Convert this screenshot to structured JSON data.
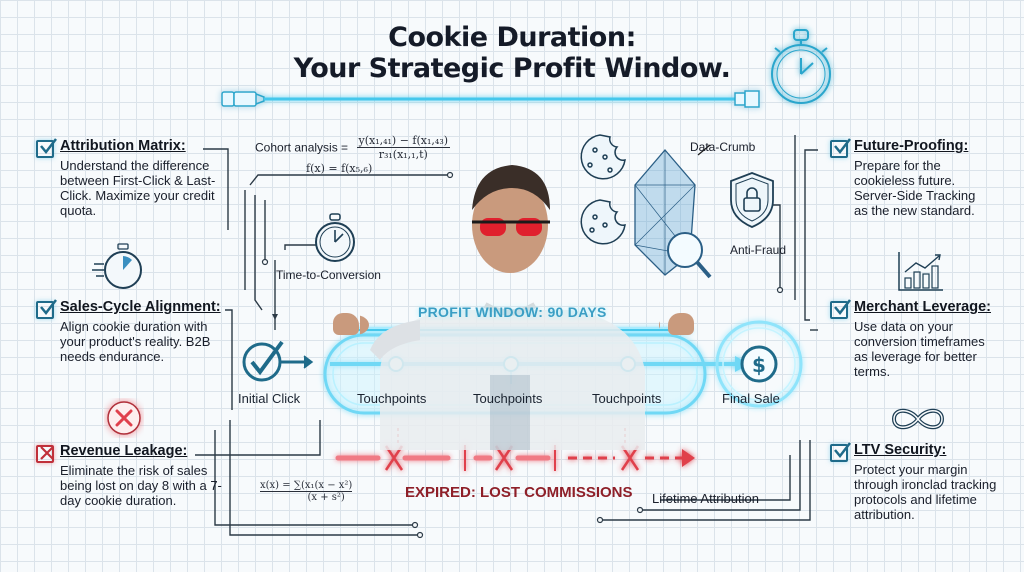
{
  "title": {
    "line1": "Cookie Duration:",
    "line2": "Your Strategic Profit Window."
  },
  "left_cards": [
    {
      "title": "Attribution Matrix:",
      "body": "Understand the difference between First-Click & Last-Click. Maximize your credit quota.",
      "check": "checked"
    },
    {
      "title": "Sales-Cycle Alignment:",
      "body": "Align cookie duration with your product's reality. B2B needs endurance.",
      "check": "checked"
    },
    {
      "title": "Revenue Leakage:",
      "body": "Eliminate the risk of sales being lost on day 8 with a 7-day cookie duration.",
      "check": "crossed"
    }
  ],
  "right_cards": [
    {
      "title": "Future-Proofing:",
      "body": "Prepare for the cookieless future. Server-Side Tracking as the new standard.",
      "check": "checked"
    },
    {
      "title": "Merchant Leverage:",
      "body": "Use data on your conversion timeframes as leverage for better terms.",
      "check": "checked"
    },
    {
      "title": "LTV Security:",
      "body": "Protect your margin through ironclad tracking protocols and lifetime attribution.",
      "check": "checked"
    }
  ],
  "formulas": {
    "cohort_label": "Cohort analysis =",
    "cohort_numerator": "y(x₁,₄₁) − f(x₁,₄₃)",
    "cohort_denominator": "r₃₁(x₁,₁,t)",
    "fx": "f(x) = f(x₅,₆)",
    "sum_numerator": "x(x) = ∑(x₁(x − x²)",
    "sum_denominator": "(x + s²)"
  },
  "labels": {
    "time_to_conversion": "Time-to-Conversion",
    "data_crumb": "Data-Crumb",
    "anti_fraud": "Anti-Fraud",
    "lifetime_attribution": "Lifetime Attribution"
  },
  "flow": {
    "profit_window": "PROFIT WINDOW: 90 DAYS",
    "initial_click": "Initial Click",
    "touchpoints": [
      "Touchpoints",
      "Touchpoints",
      "Touchpoints"
    ],
    "final_sale": "Final Sale",
    "expired": "EXPIRED: LOST COMMISSIONS"
  },
  "colors": {
    "accent_cyan": "#45c8ec",
    "accent_dark_teal": "#1f6b8a",
    "danger_red": "#e0404c",
    "title_ink": "#151b28"
  },
  "icons": [
    "stopwatch-icon",
    "usb-cable-icon",
    "speed-stopwatch-icon",
    "x-circle-icon",
    "cookie-icon",
    "crystal-icon",
    "magnifier-icon",
    "shield-lock-icon",
    "growth-chart-icon",
    "infinity-icon",
    "dollar-icon",
    "checkmark-circle-icon"
  ]
}
